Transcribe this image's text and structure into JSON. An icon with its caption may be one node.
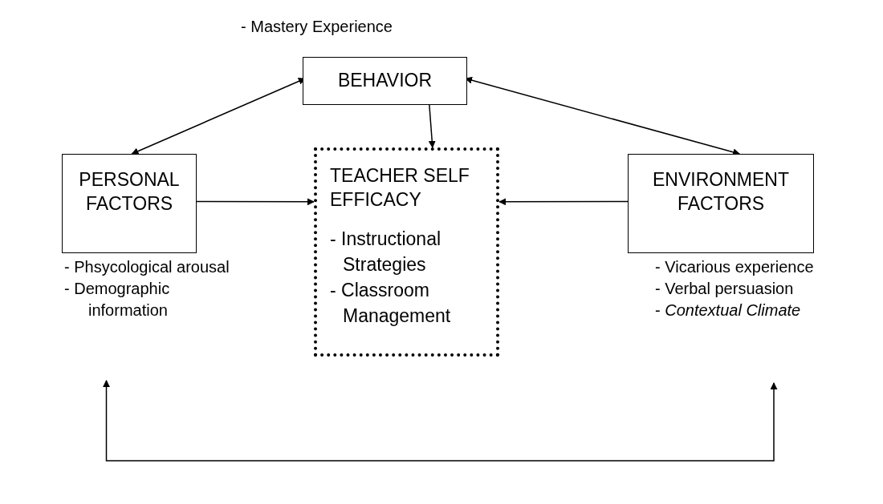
{
  "diagram": {
    "nodes": [
      {
        "text": [
          "BEHAVIOR"
        ]
      },
      {
        "text": [
          "PERSONAL FACTORS"
        ]
      },
      {
        "text": [
          "TEACHER SELF EFFICACY",
          "- Instructional Strategies",
          "- Classroom Management"
        ]
      },
      {
        "text": [
          "ENVIRONMENT FACTORS"
        ]
      },
      {
        "text": [
          "- Phsycological arousal",
          "- Demographic information"
        ]
      },
      {
        "text": [
          "- Vicarious experience",
          "- Verbal persuasion",
          "- *Contextual Climate*"
        ]
      }
    ],
    "edges": [
      {
        "from": 0,
        "to": 1,
        "arrow": "both"
      },
      {
        "from": 0,
        "to": 3,
        "arrow": "both"
      },
      {
        "from": 0,
        "to": 2,
        "arrow": "to"
      },
      {
        "from": 1,
        "to": 2,
        "arrow": "to"
      },
      {
        "from": 3,
        "to": 2,
        "arrow": "to"
      },
      {
        "from": 4,
        "to": 5,
        "arrow": "both"
      }
    ],
    "labels": [
      "- Mastery Experience"
    ]
  }
}
